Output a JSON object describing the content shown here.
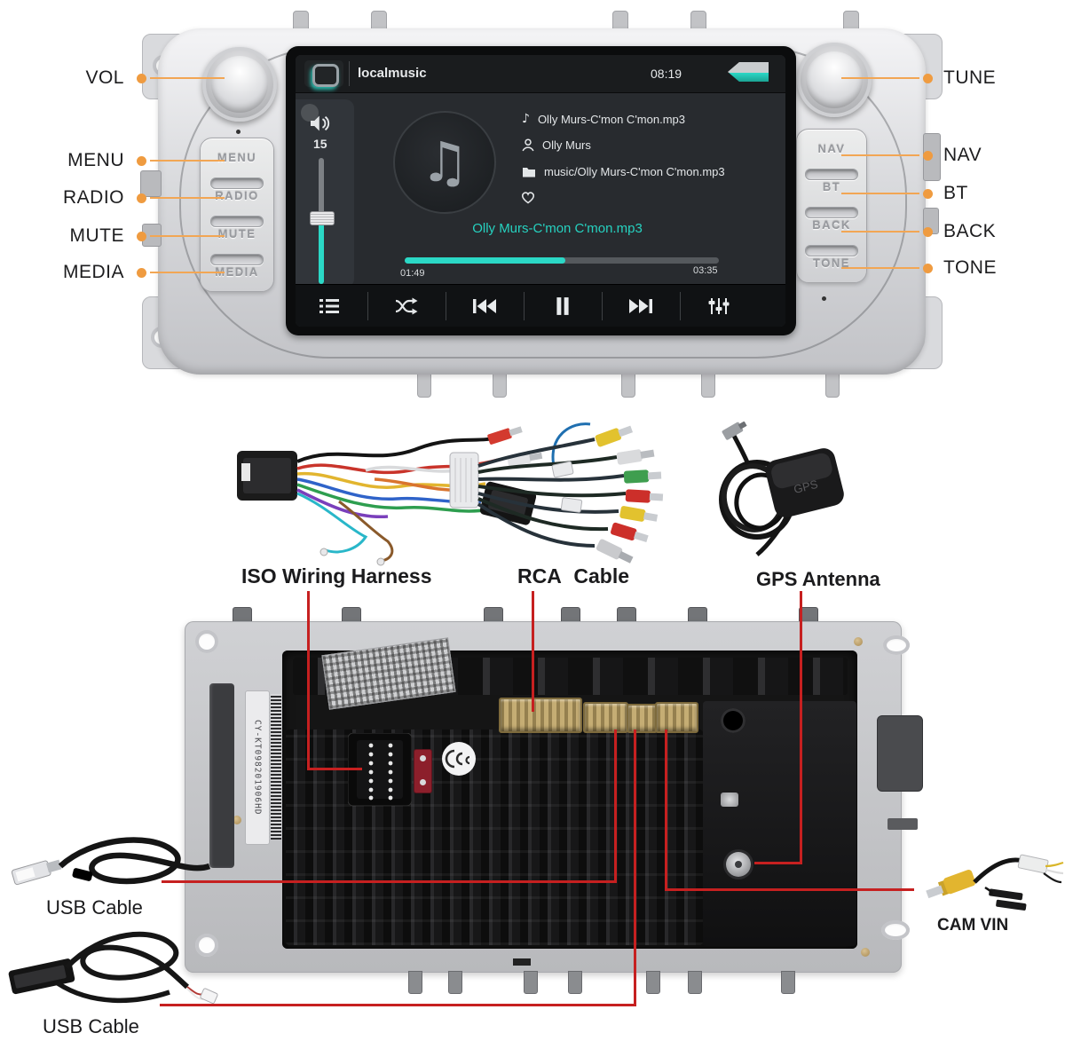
{
  "front_panel": {
    "callouts_left": [
      {
        "label": "VOL"
      },
      {
        "label": "MENU"
      },
      {
        "label": "RADIO"
      },
      {
        "label": "MUTE"
      },
      {
        "label": "MEDIA"
      }
    ],
    "callouts_right": [
      {
        "label": "TUNE"
      },
      {
        "label": "NAV"
      },
      {
        "label": "BT"
      },
      {
        "label": "BACK"
      },
      {
        "label": "TONE"
      }
    ],
    "panel_buttons_left": [
      "MENU",
      "RADIO",
      "MUTE",
      "MEDIA"
    ],
    "panel_buttons_right": [
      "NAV",
      "BT",
      "BACK",
      "TONE"
    ],
    "screen": {
      "app_title": "localmusic",
      "clock": "08:19",
      "volume_level": "15",
      "track_filename": "Olly Murs-C'mon C'mon.mp3",
      "artist": "Olly Murs",
      "file_path": "music/Olly Murs-C'mon C'mon.mp3",
      "now_playing": "Olly Murs-C'mon C'mon.mp3",
      "time_elapsed": "01:49",
      "time_total": "03:35",
      "progress_percent": 51
    }
  },
  "accessories": [
    {
      "label": "ISO Wiring Harness"
    },
    {
      "label": "RCA Cable"
    },
    {
      "label": "GPS Antenna",
      "device_marking": "GPS"
    }
  ],
  "rear_panel": {
    "serial_number": "CY-KT098201906HD"
  },
  "cables": [
    {
      "label": "USB Cable"
    },
    {
      "label": "USB Cable"
    },
    {
      "label": "CAM VIN"
    }
  ],
  "colors": {
    "accent_teal": "#2bd8c6",
    "callout_orange": "#ef9b40",
    "leader_red": "#c62020"
  }
}
